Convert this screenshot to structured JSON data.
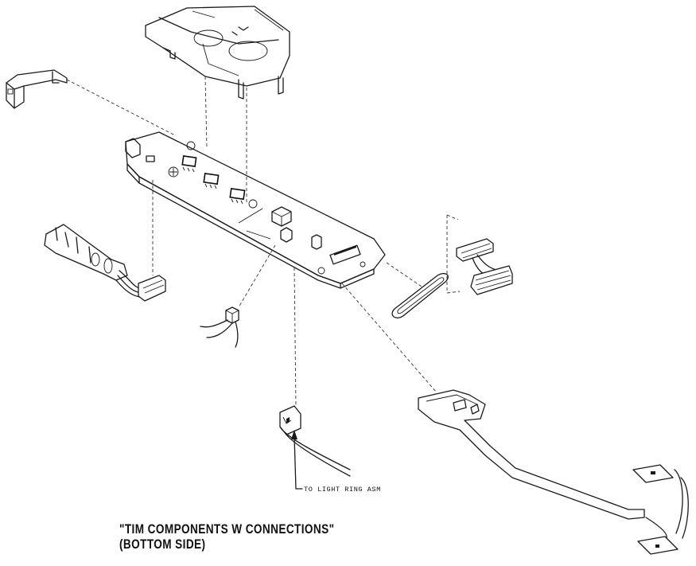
{
  "diagram": {
    "callout": "TO LIGHT RING ASM",
    "caption": {
      "line1": "\"TIM COMPONENTS W CONNECTIONS\"",
      "line2": "(BOTTOM SIDE)"
    }
  }
}
